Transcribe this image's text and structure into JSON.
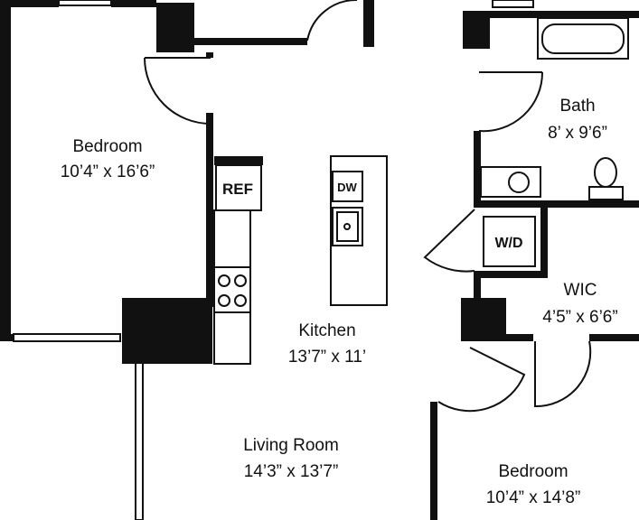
{
  "rooms": {
    "bedroom_left": {
      "name": "Bedroom",
      "size": "10’4” x 16’6”"
    },
    "kitchen": {
      "name": "Kitchen",
      "size": "13’7” x 11’"
    },
    "living_room": {
      "name": "Living Room",
      "size": "14’3” x 13’7”"
    },
    "bath": {
      "name": "Bath",
      "size": "8’ x 9’6”"
    },
    "wic": {
      "name": "WIC",
      "size": "4’5” x 6’6”"
    },
    "bedroom_right": {
      "name": "Bedroom",
      "size": "10’4” x 14’8”"
    }
  },
  "appliances": {
    "refrigerator": "REF",
    "dishwasher": "DW",
    "washer_dryer": "W/D"
  },
  "colors": {
    "wall": "#111111",
    "background": "#ffffff"
  }
}
